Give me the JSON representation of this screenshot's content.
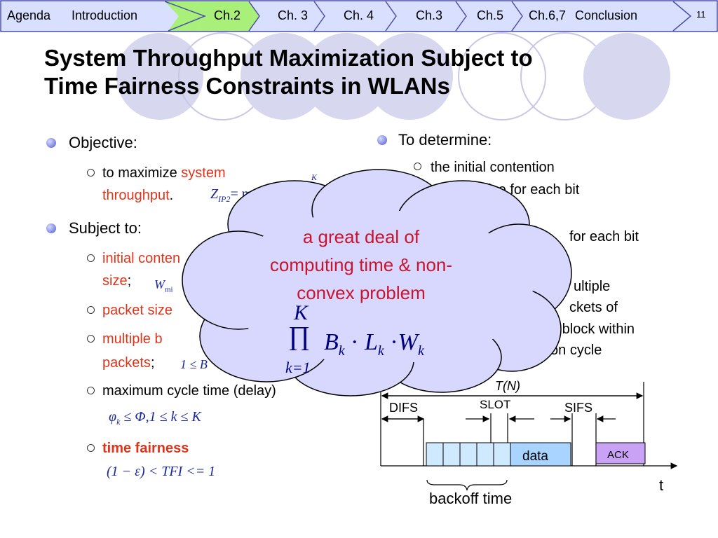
{
  "nav": {
    "items": [
      "Agenda",
      "Introduction",
      "Ch.2",
      "Ch. 3",
      "Ch. 4",
      "Ch.3",
      "Ch.5",
      "Ch.6,7",
      "Conclusion"
    ],
    "slide_number": "11",
    "colors": {
      "bar": "#d9e0ff",
      "active": "#a9f07a",
      "border": "#4a4fa8"
    }
  },
  "title": {
    "line1": "System Throughput Maximization Subject to",
    "line2": "Time Fairness Constraints in WLANs"
  },
  "left": {
    "objective": "Objective:",
    "obj_sub_pre": "to maximize",
    "obj_sub_red1": "system",
    "obj_sub_red2": "throughput",
    "obj_sub_end": ".",
    "obj_formula": "Z",
    "obj_formula_sub": "IP2",
    "obj_formula_rest": "= max",
    "sum_top": "K",
    "sum_sym": "∑",
    "subject": "Subject to:",
    "c1_red1": "initial conten",
    "c1_red2": "size",
    "c1_end": ";",
    "c1_formula": "W",
    "c1_formula_sub": "mi",
    "c2_red": "packet size",
    "c3_red1": "multiple b",
    "c3_red2": "packets",
    "c3_end": ";",
    "c3_formula": "1 ≤ B",
    "c4": "maximum cycle time (delay)",
    "c4_formula": "φ",
    "c4_formula_sub": "k",
    "c4_formula_rest": " ≤ Φ,1 ≤ k ≤ K",
    "c5": "time fairness",
    "c5_formula": "(1 − ε) < TFI <= 1"
  },
  "right": {
    "determine": "To determine:",
    "d1_line1": "the initial contention",
    "d1_line2": "window size for each bit",
    "d2_tail": "for each bit",
    "d3_line1": "ultiple",
    "d3_line2": "ckets of",
    "d3_line3": "a block within",
    "d3_line4": "nission cycle"
  },
  "cloud": {
    "line1": "a great deal of",
    "line2": "computing time & non-",
    "line3": "convex problem",
    "prod_top": "K",
    "prod_sym": "∏",
    "prod_bottom": "k=1",
    "prod_expr": "B",
    "prod_expr_sub": "k",
    "prod_dot1": "·",
    "prod_L": "L",
    "prod_L_sub": "k",
    "prod_dot2": "·",
    "prod_W": "W",
    "prod_W_sub": "k",
    "fill": "#d8d8ff",
    "text_color": "#c8142d"
  },
  "diagram": {
    "tn": "T(N)",
    "difs": "DIFS",
    "slot": "SLOT",
    "sifs": "SIFS",
    "data": "data",
    "ack": "ACK",
    "t": "t",
    "backoff": "backoff time",
    "colors": {
      "slots": "#cfe9ff",
      "data": "#a9d4ff",
      "ack": "#c9a2f5"
    }
  }
}
